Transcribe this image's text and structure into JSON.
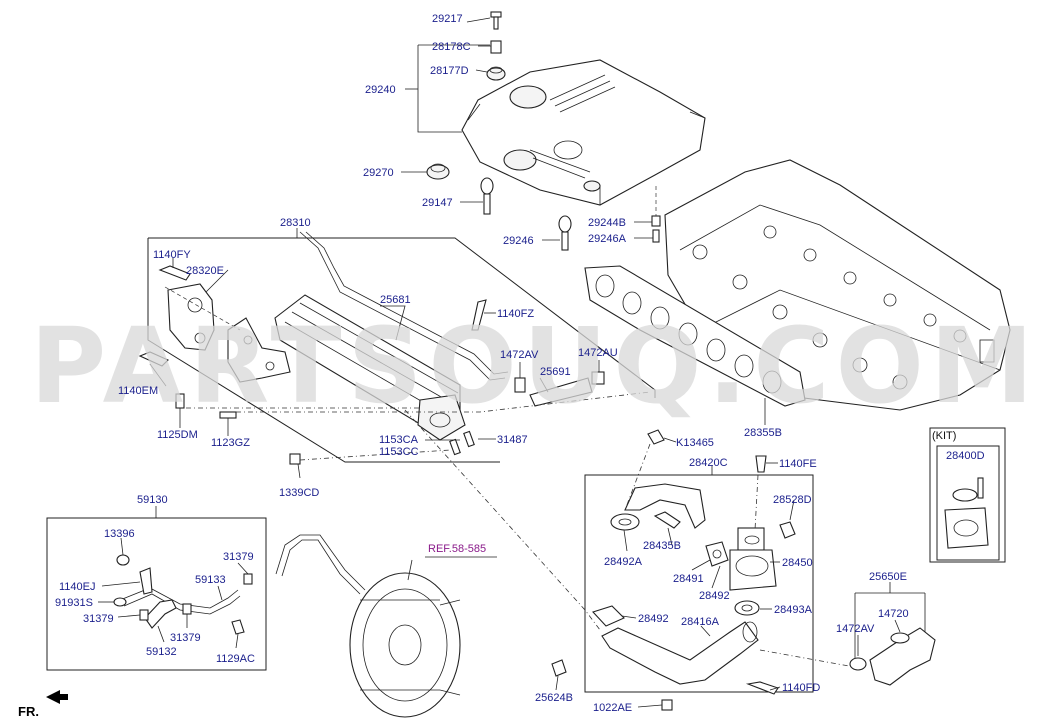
{
  "watermark": "PARTSOUQ.COM",
  "ref_label": "REF.58-585",
  "kit_label": "(KIT)",
  "direction_label": "FR.",
  "labels": {
    "p29217": "29217",
    "p28178C": "28178C",
    "p28177D": "28177D",
    "p29240": "29240",
    "p29270": "29270",
    "p29147": "29147",
    "p29244B": "29244B",
    "p29246A": "29246A",
    "p29246": "29246",
    "p28310": "28310",
    "p1140FY": "1140FY",
    "p28320E": "28320E",
    "p25681": "25681",
    "p1140FZ": "1140FZ",
    "p1472AV_a": "1472AV",
    "p1472AU": "1472AU",
    "p25691": "25691",
    "p1140EM": "1140EM",
    "p1125DM": "1125DM",
    "p1123GZ": "1123GZ",
    "p1153CA": "1153CA",
    "p1153CC": "1153CC",
    "p31487": "31487",
    "p1339CD": "1339CD",
    "p28355B": "28355B",
    "p28400D": "28400D",
    "pK13465": "K13465",
    "p28420C": "28420C",
    "p1140FE": "1140FE",
    "p28528D": "28528D",
    "p28435B": "28435B",
    "p28492A": "28492A",
    "p28491": "28491",
    "p28450": "28450",
    "p28492_a": "28492",
    "p28493A": "28493A",
    "p28492_b": "28492",
    "p28416A": "28416A",
    "p1140FD": "1140FD",
    "p1022AE": "1022AE",
    "p25624B": "25624B",
    "p25650E": "25650E",
    "p14720": "14720",
    "p1472AV_b": "1472AV",
    "p59130": "59130",
    "p13396": "13396",
    "p31379_a": "31379",
    "p1140EJ": "1140EJ",
    "p91931S": "91931S",
    "p59133": "59133",
    "p31379_b": "31379",
    "p31379_c": "31379",
    "p59132": "59132",
    "p1129AC": "1129AC"
  }
}
